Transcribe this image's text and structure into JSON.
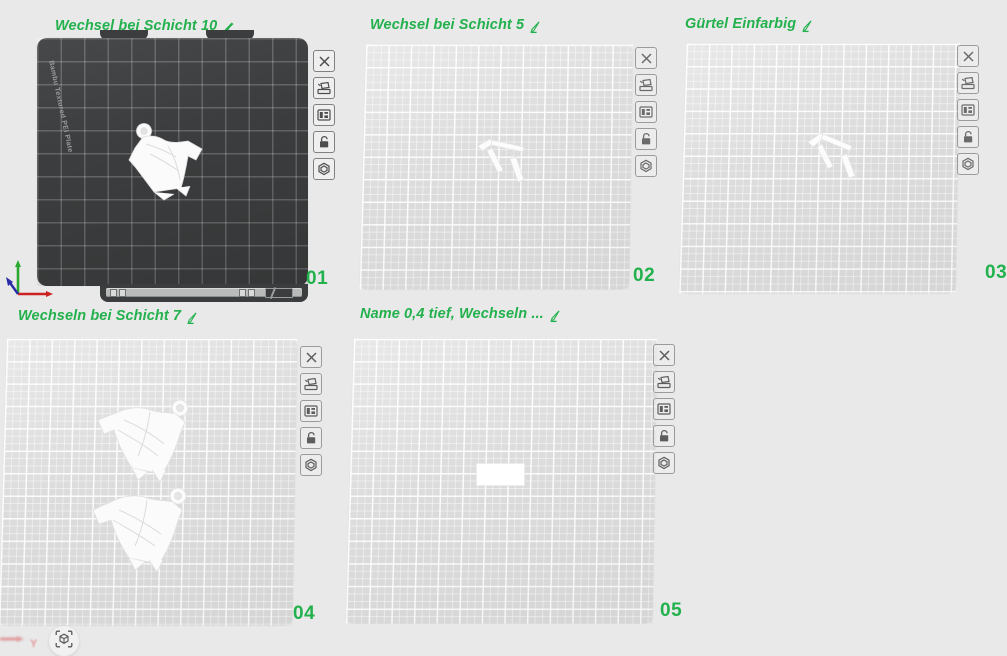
{
  "app": {
    "background_color": "#e9e9e9",
    "accent_color": "#22b14d",
    "selected_bed_color": "#3b3d3e",
    "unselected_bed_color": "#dcdcdc"
  },
  "plate_brand_label": "Bambu Textured PEI Plate",
  "toolbar_icons": [
    {
      "name": "close-icon",
      "title": "Delete plate"
    },
    {
      "name": "arrange-icon",
      "title": "Arrange objects on plate"
    },
    {
      "name": "orient-layout-icon",
      "title": "Plate layout / split"
    },
    {
      "name": "lock-icon",
      "title": "Lock plate"
    },
    {
      "name": "plate-settings-icon",
      "title": "Plate settings"
    }
  ],
  "view_button": {
    "name": "3d-view-icon",
    "label": ""
  },
  "axis_gizmo": {
    "x_label": "X",
    "y_label": "Y",
    "z_label": "Z",
    "x_color": "#cc2222",
    "y_color": "#2aa832",
    "z_color": "#2b2ba8"
  },
  "plates": [
    {
      "number": "01",
      "title": "Wechsel bei Schicht 10",
      "selected": true,
      "object_count": 1,
      "object_kind": "gi-jacket-keychain"
    },
    {
      "number": "02",
      "title": "Wechsel bei Schicht 5",
      "selected": false,
      "object_count": 1,
      "object_kind": "belt"
    },
    {
      "number": "03",
      "title": "Gürtel Einfarbig",
      "selected": false,
      "object_count": 1,
      "object_kind": "belt"
    },
    {
      "number": "04",
      "title": "Wechseln bei Schicht 7",
      "selected": false,
      "object_count": 2,
      "object_kind": "gi-jacket-keychain"
    },
    {
      "number": "05",
      "title": "Name 0,4 tief, Wechseln ...",
      "selected": false,
      "object_count": 1,
      "object_kind": "name-tag-plate"
    }
  ]
}
